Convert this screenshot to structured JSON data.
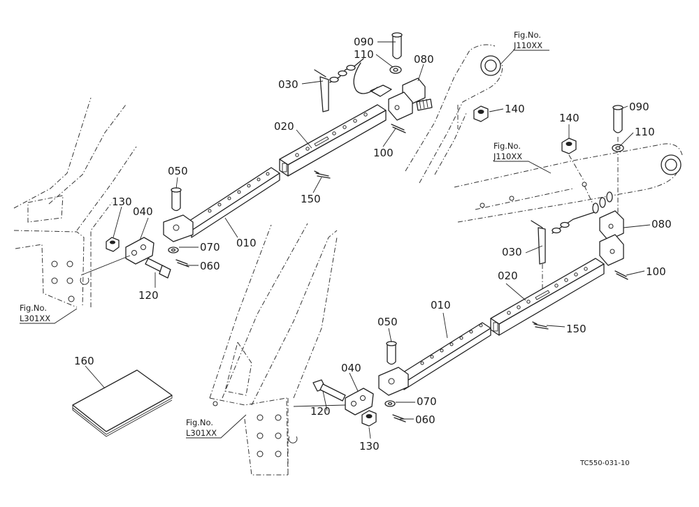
{
  "labels": {
    "l010a": "010",
    "l020a": "020",
    "l030a": "030",
    "l050a": "050",
    "l060a": "060",
    "l070a": "070",
    "l040a": "040",
    "l080a": "080",
    "l090a": "090",
    "l100a": "100",
    "l110a": "110",
    "l120a": "120",
    "l130a": "130",
    "l140a": "140",
    "l150a": "150",
    "l160": "160",
    "l010b": "010",
    "l020b": "020",
    "l030b": "030",
    "l050b": "050",
    "l060b": "060",
    "l070b": "070",
    "l040b": "040",
    "l080b": "080",
    "l090b": "090",
    "l100b": "100",
    "l110b": "110",
    "l120b": "120",
    "l130b": "130",
    "l140b": "140",
    "l150b": "150"
  },
  "figure_refs": {
    "top_link": {
      "line1": "Fig.No.",
      "line2": "J110XX"
    },
    "right_link": {
      "line1": "Fig.No.",
      "line2": "J110XX"
    },
    "left_frame": {
      "line1": "Fig.No.",
      "line2": "L301XX"
    },
    "center_frame": {
      "line1": "Fig.No.",
      "line2": "L301XX"
    }
  },
  "drawing_code": "TC550-031-10"
}
